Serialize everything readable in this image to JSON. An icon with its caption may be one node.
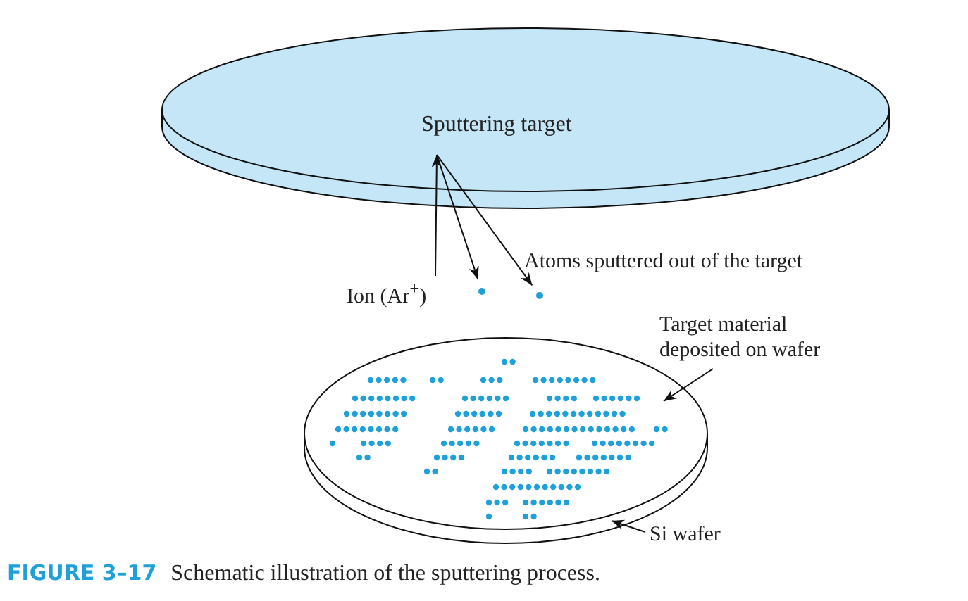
{
  "diagram": {
    "caption": "**FIGURE 3–17** Schematic illustration of the sputtering process.",
    "nodes": [
      {
        "text": [
          "Sputtering target"
        ]
      },
      {
        "text": [
          "Ion (Ar$^{+}$)"
        ]
      },
      {
        "text": [],
        "shape": "circle"
      },
      {
        "text": [],
        "shape": "circle"
      },
      {
        "text": [],
        "shape": "disk"
      },
      {
        "text": [],
        "shape": "dots",
        "in": 4
      },
      {
        "text": [
          "Target material deposited on wafer"
        ]
      },
      {
        "text": [
          "Si wafer"
        ]
      }
    ],
    "edges": [
      {
        "from": 1,
        "to": 0,
        "arrow": "to"
      },
      {
        "from": 0,
        "to": 2,
        "arrow": "to"
      },
      {
        "from": 0,
        "to": 3,
        "arrow": "to"
      },
      {
        "from": 6,
        "to": 5,
        "arrow": "to"
      },
      {
        "from": 7,
        "to": 4,
        "arrow": "to"
      }
    ],
    "labels": [
      "Atoms sputtered out of the target"
    ]
  }
}
